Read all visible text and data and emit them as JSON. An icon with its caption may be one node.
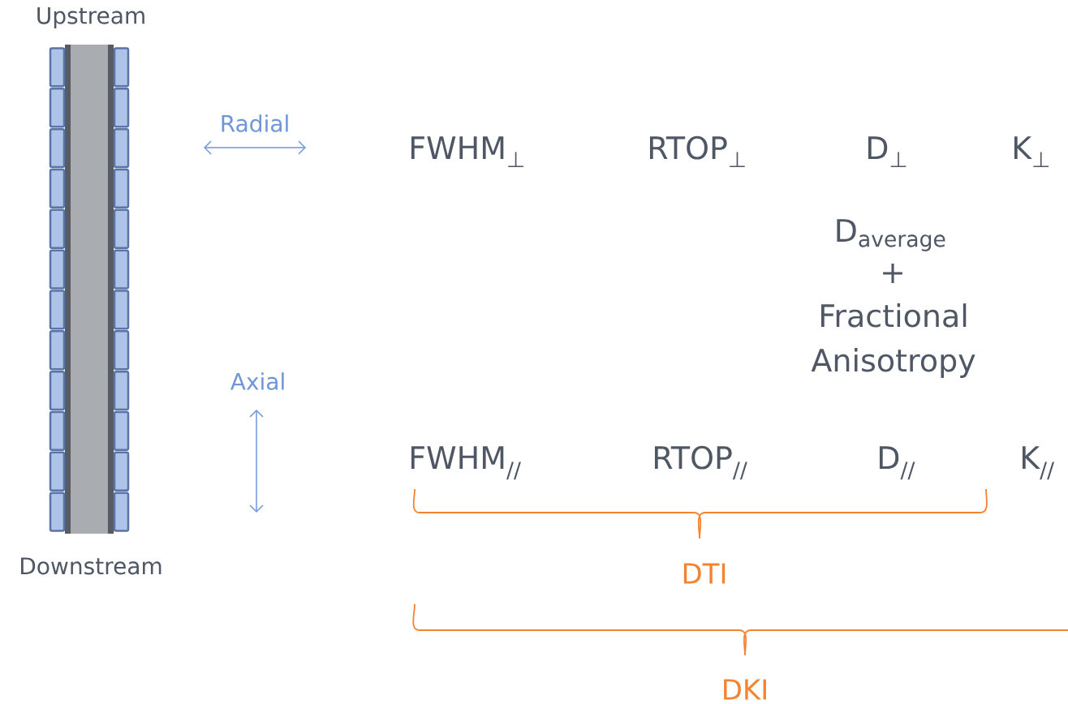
{
  "diagram": {
    "labels": [
      "Upstream",
      "Radial",
      "FWHM$_{⊥}$",
      "RTOP$_{⊥}$",
      "D$_{⊥}$",
      "K$_{⊥}$",
      "D$_{average}$",
      "+",
      "Fractional Anisotropy",
      "Axial",
      "FWHM$_{//}$",
      "RTOP$_{//}$",
      "D$_{//}$",
      "K$_{//}$",
      "Downstream",
      "DTI",
      "DKI"
    ]
  }
}
